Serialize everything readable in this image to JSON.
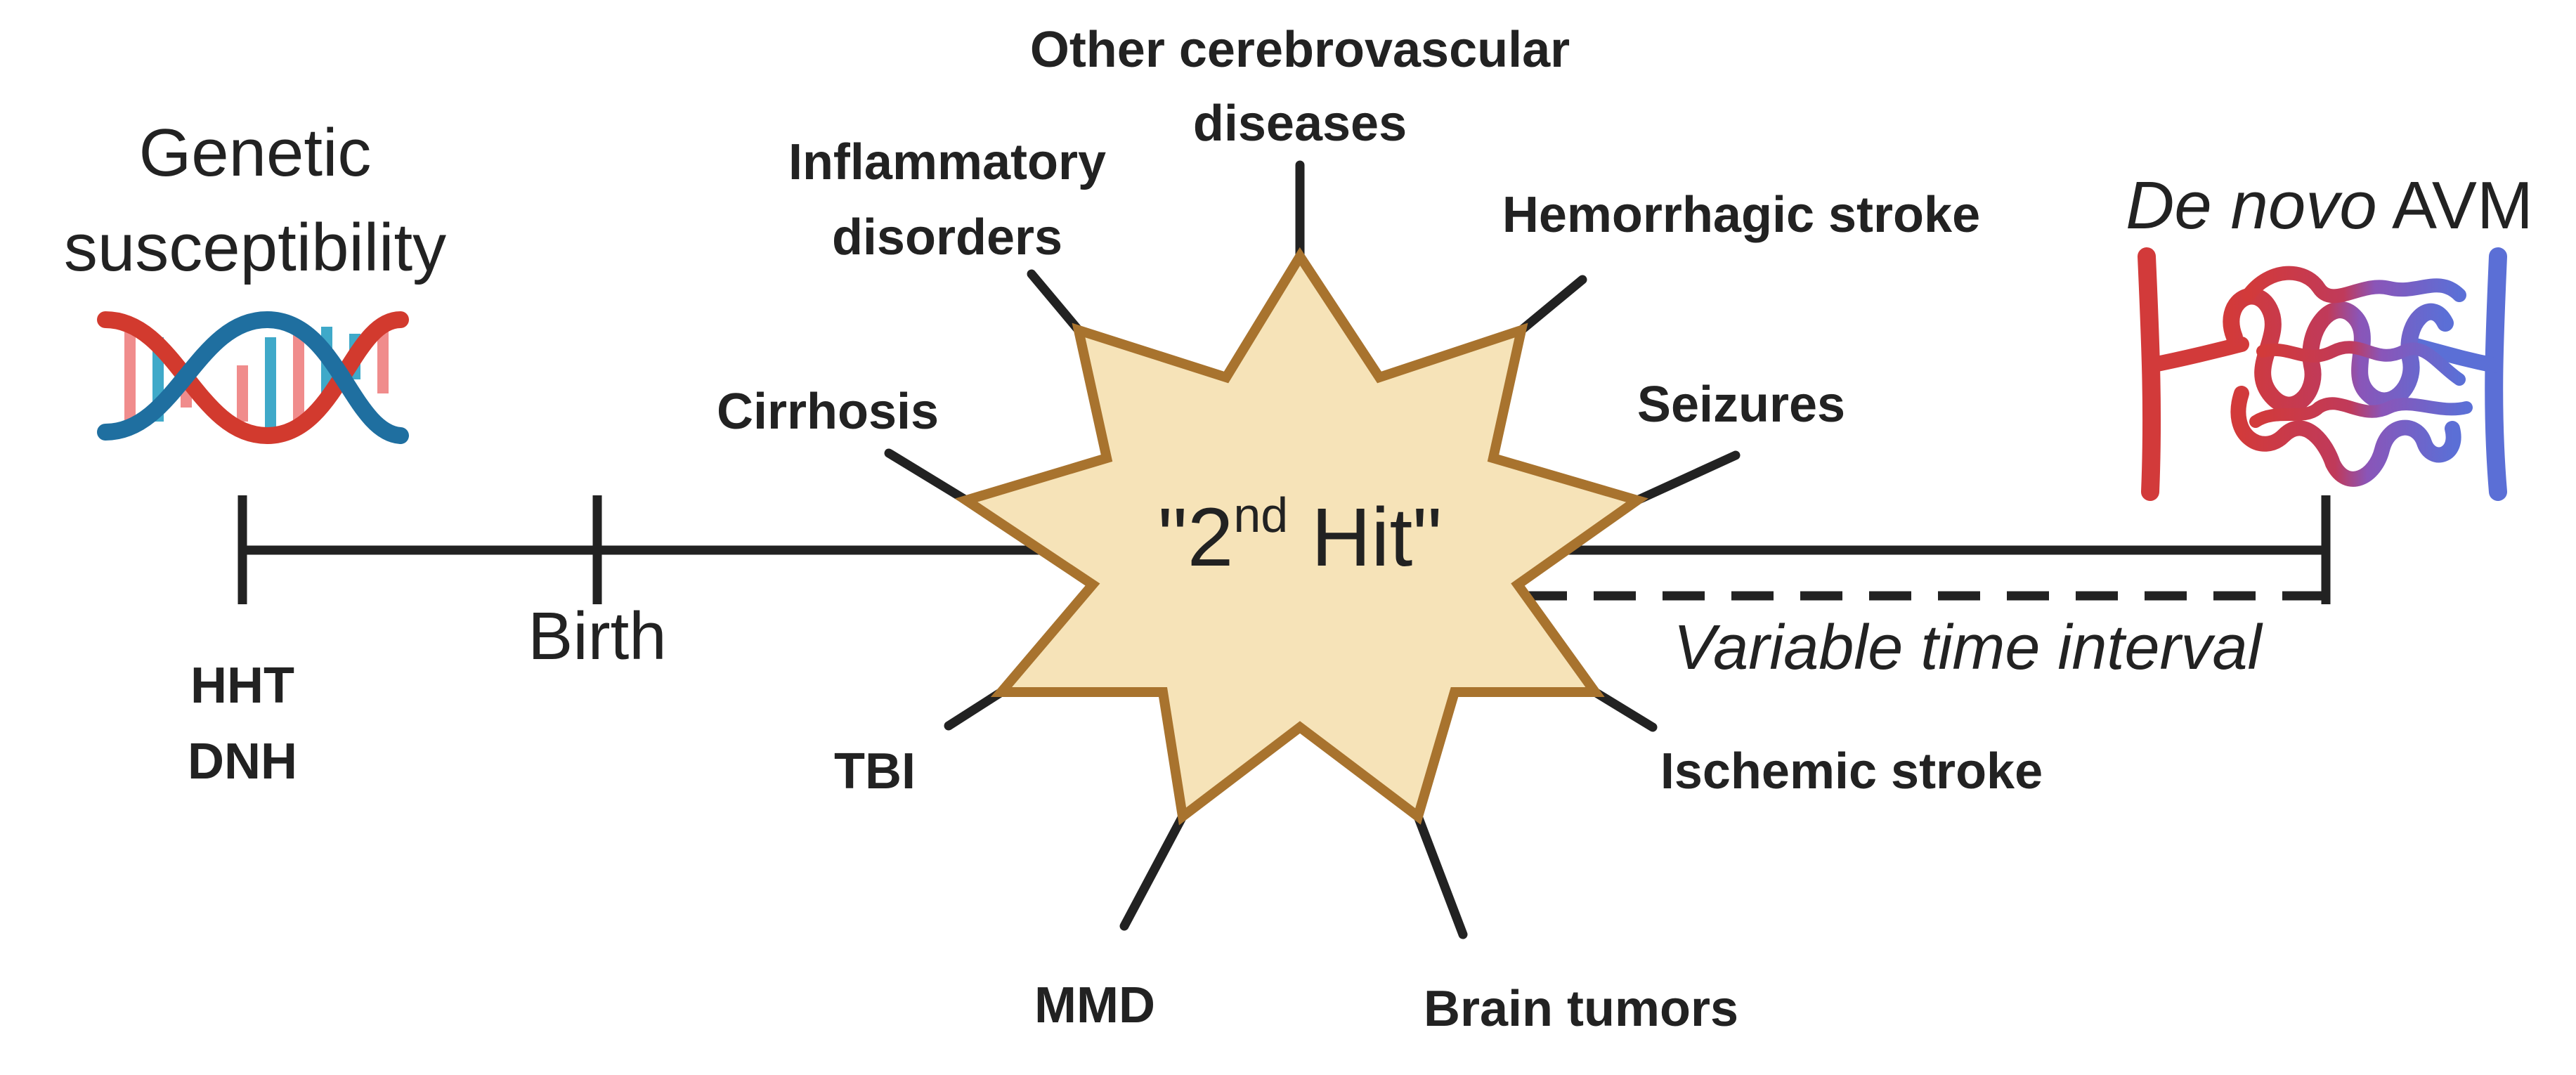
{
  "genetic": {
    "line1": "Genetic",
    "line2": "susceptibility",
    "icon": "dna-icon"
  },
  "timeline": {
    "birth": "Birth",
    "start_labels": [
      "HHT",
      "DNH"
    ],
    "variable_interval": "Variable time interval"
  },
  "hit": {
    "prefix": "\"2",
    "sup": "nd",
    "suffix": " Hit\""
  },
  "avm": {
    "italic": "De novo",
    "rest": " AVM",
    "icon": "avm-vessel-icon"
  },
  "factors": {
    "cerebro": [
      "Other cerebrovascular",
      "diseases"
    ],
    "inflammatory": [
      "Inflammatory",
      "disorders"
    ],
    "hemorrhagic": "Hemorrhagic stroke",
    "cirrhosis": "Cirrhosis",
    "seizures": "Seizures",
    "tbi": "TBI",
    "ischemic": "Ischemic stroke",
    "mmd": "MMD",
    "brain_tumors": "Brain tumors"
  },
  "colors": {
    "line": "#222222",
    "star_fill": "#F6E3B8",
    "star_stroke": "#A8732E",
    "dna_red": "#D23A2E",
    "dna_blue": "#1F6FA0",
    "dna_pink": "#F08C8C",
    "dna_cyan": "#3FA9C9",
    "artery": "#D23A3A",
    "vein": "#5B6FD6"
  }
}
